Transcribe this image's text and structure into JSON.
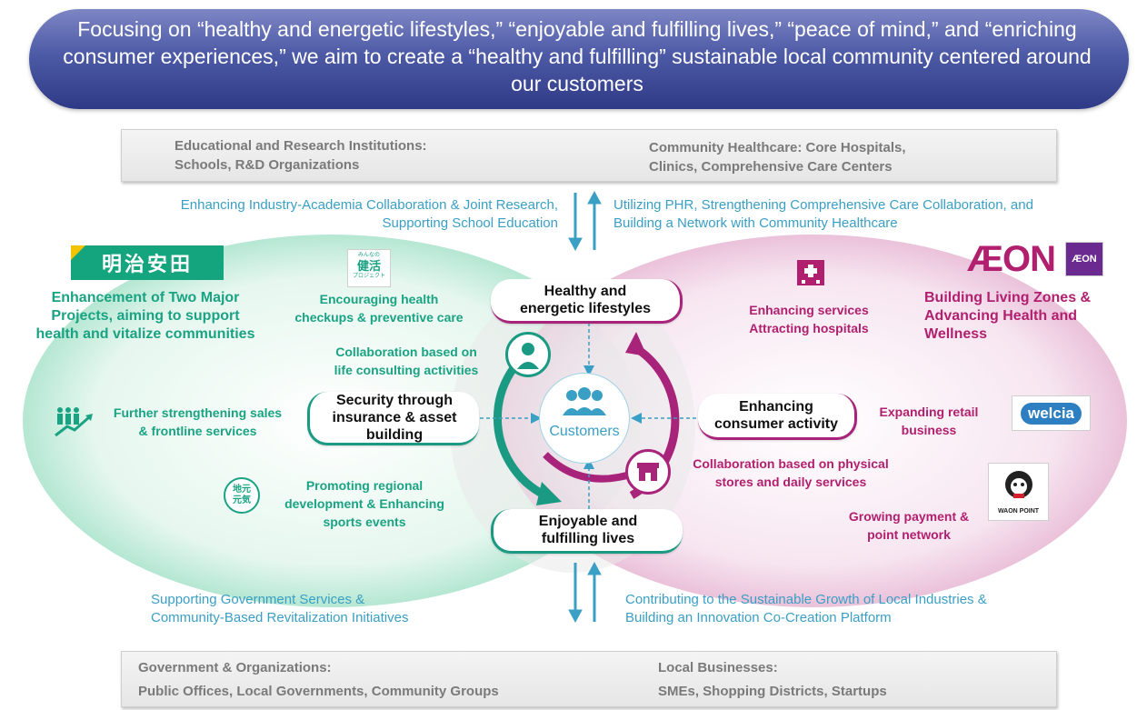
{
  "banner": {
    "text": "Focusing on “healthy and energetic lifestyles,” “enjoyable and fulfilling lives,” “peace of mind,” and “enriching consumer experiences,” we aim to create a “healthy and fulfilling” sustainable local community centered around our customers"
  },
  "top_boxes": {
    "education": {
      "line1": "Educational and Research Institutions:",
      "line2": "Schools, R&D Organizations"
    },
    "healthcare": {
      "line1": "Community Healthcare: Core Hospitals,",
      "line2": "Clinics, Comprehensive Care Centers"
    }
  },
  "top_links": {
    "left": {
      "line1": "Enhancing Industry-Academia Collaboration & Joint Research,",
      "line2": "Supporting School Education"
    },
    "right": {
      "line1": "Utilizing PHR, Strengthening Comprehensive Care Collaboration, and",
      "line2": "Building a Network with Community Healthcare"
    }
  },
  "bottom_links": {
    "left": {
      "line1": "Supporting Government Services &",
      "line2": "Community-Based Revitalization Initiatives"
    },
    "right": {
      "line1": "Contributing to the Sustainable Growth of Local Industries &",
      "line2": "Building an Innovation Co-Creation Platform"
    }
  },
  "bottom_boxes": {
    "government": {
      "line1": "Government & Organizations:",
      "line2": "Public Offices, Local Governments, Community Groups"
    },
    "business": {
      "line1": "Local Businesses:",
      "line2": "SMEs, Shopping Districts, Startups"
    }
  },
  "left_side": {
    "logo": "明治安田",
    "heading": {
      "line1": "Enhancement of Two Major",
      "line2": "Projects, aiming to support",
      "line3": "health and vitalize communities"
    },
    "minna_logo": {
      "top": "みんなの",
      "main": "健活",
      "bottom": "プロジェクト"
    },
    "checkups": {
      "line1": "Encouraging health",
      "line2": "checkups & preventive care"
    },
    "consulting": {
      "line1": "Collaboration based on",
      "line2": "life consulting activities"
    },
    "sales": {
      "line1": "Further strengthening sales",
      "line2": "& frontline services"
    },
    "jimoto_logo": {
      "line1": "地元",
      "line2": "元気"
    },
    "regional": {
      "line1": "Promoting regional",
      "line2": "development & Enhancing",
      "line3": "sports events"
    }
  },
  "right_side": {
    "aeon_logo": "ÆON",
    "aeon_financial": "ÆON",
    "heading": {
      "line1": "Building Living Zones &",
      "line2": "Advancing Health and",
      "line3": "Wellness"
    },
    "hospitals": {
      "line1": "Enhancing services",
      "line2": "Attracting hospitals"
    },
    "retail": {
      "line1": "Expanding retail",
      "line2": "business"
    },
    "welcia_logo": "welcia",
    "stores": {
      "line1": "Collaboration based on physical",
      "line2": "stores and daily services"
    },
    "waon_logo": "WAON POINT",
    "payment": {
      "line1": "Growing payment &",
      "line2": "point network"
    }
  },
  "pills": {
    "healthy": {
      "line1": "Healthy and",
      "line2": "energetic lifestyles"
    },
    "security": {
      "line1": "Security through",
      "line2": "insurance & asset",
      "line3": "building"
    },
    "consumer": {
      "line1": "Enhancing",
      "line2": "consumer activity"
    },
    "enjoyable": {
      "line1": "Enjoyable and",
      "line2": "fulfilling lives"
    }
  },
  "center": {
    "label": "Customers"
  },
  "colors": {
    "green": "#1aa383",
    "magenta": "#b0206e",
    "blue": "#3a9fc4",
    "banner": "#4d5aa6",
    "teal_arrow": "#1a9a82",
    "magenta_arrow": "#a8247a"
  }
}
